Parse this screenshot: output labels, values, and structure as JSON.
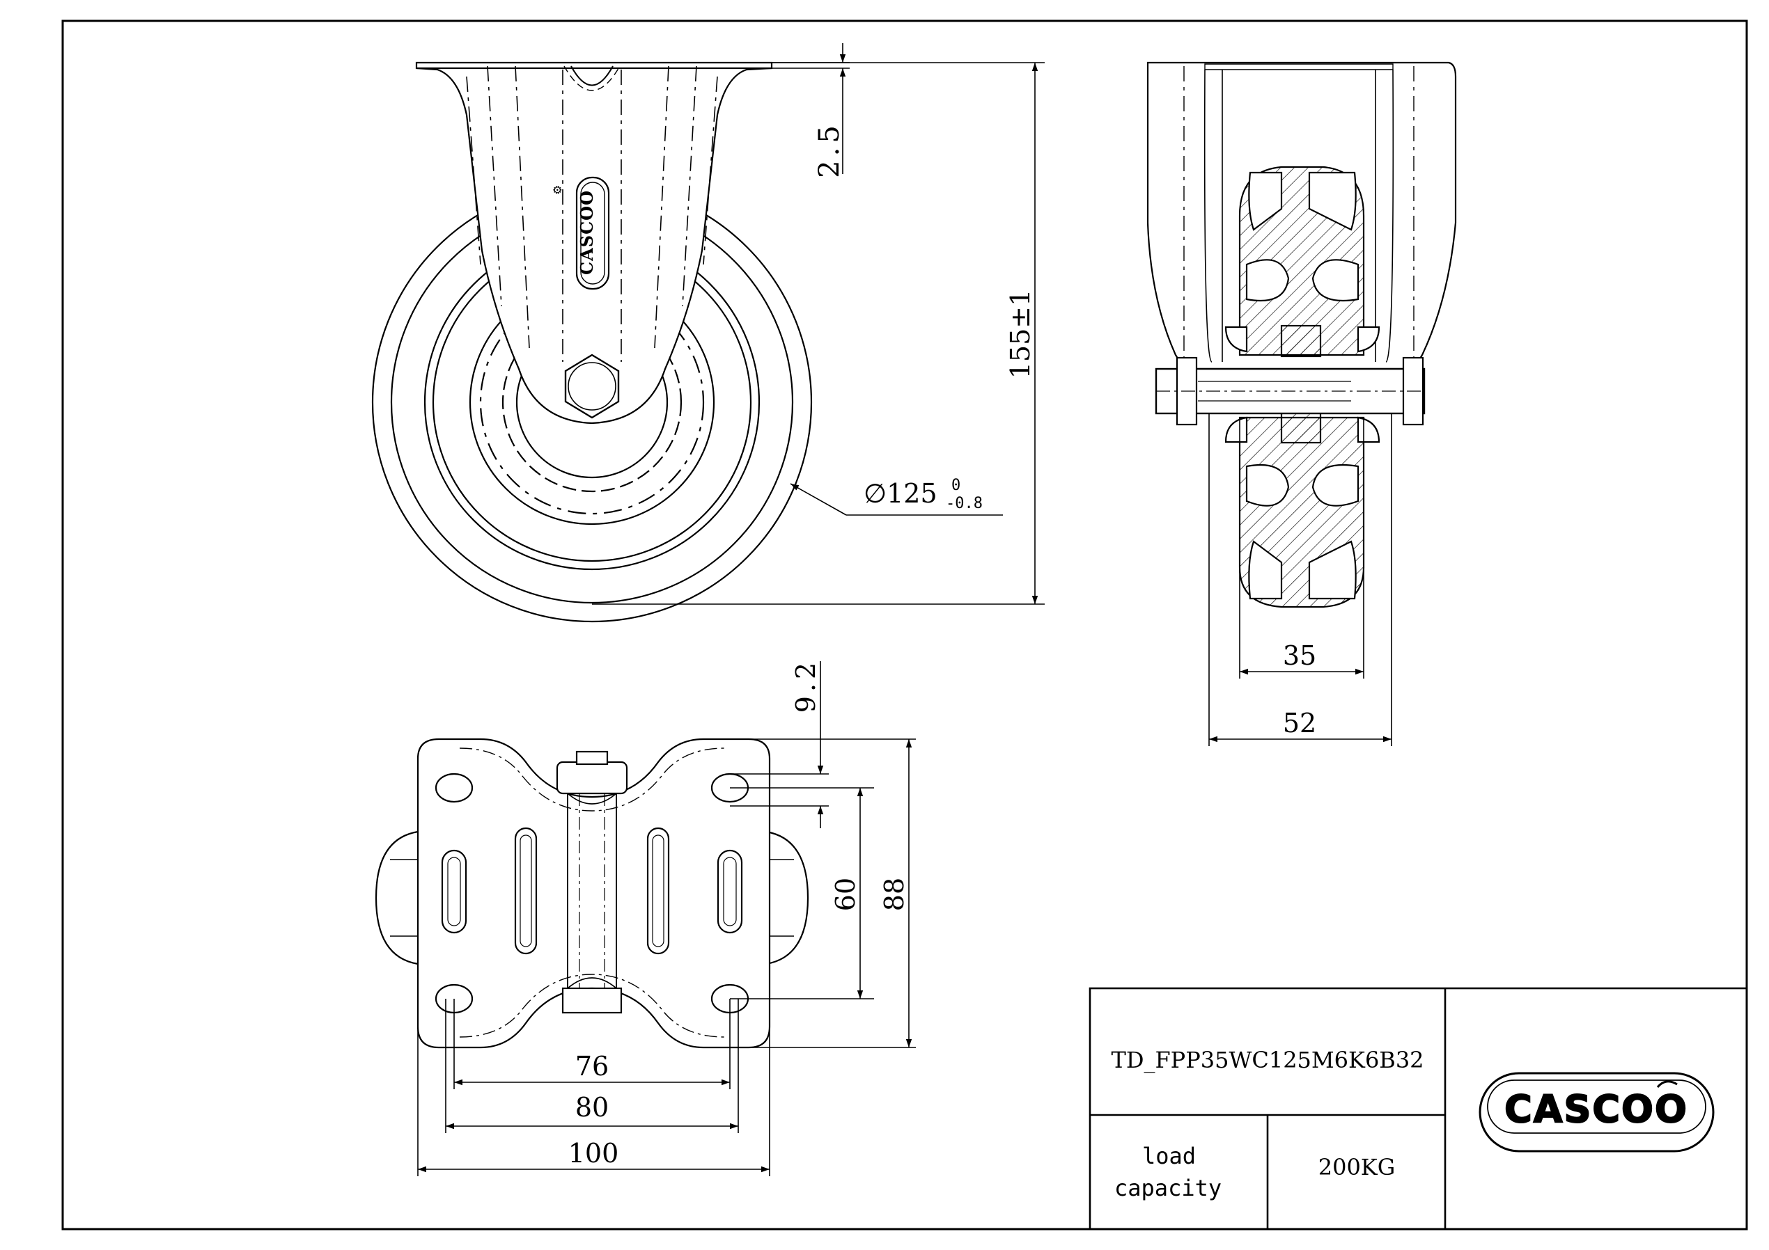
{
  "dimensions": {
    "flange_thickness": "2.5",
    "overall_height": "155±1",
    "wheel_diameter": "∅125",
    "wheel_tol_upper": "0",
    "wheel_tol_lower": "-0.8",
    "wheel_width": "35",
    "overall_width": "52",
    "slot_offset": "9.2",
    "hole_spacing_short": "60",
    "plate_short": "88",
    "hole_spacing_long": "76",
    "hole_spacing_long_alt": "80",
    "plate_long": "100"
  },
  "title_block": {
    "part_number": "TD_FPP35WC125M6K6B32",
    "load_label_line1": "load",
    "load_label_line2": "capacity",
    "load_value": "200KG"
  },
  "brand": {
    "logo_text": "CASCOO",
    "bracket_logo_text": "CASCOO"
  }
}
